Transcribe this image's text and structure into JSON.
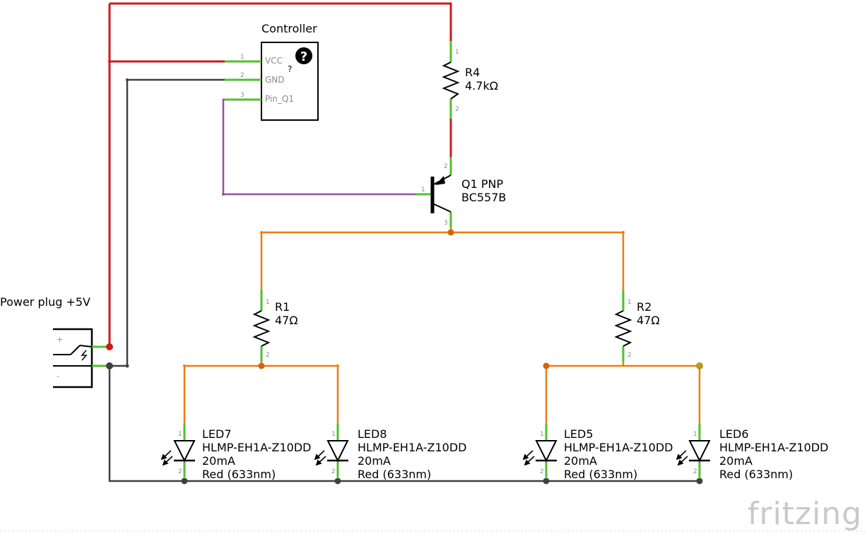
{
  "controller": {
    "title": "Controller",
    "pins": [
      {
        "num": "1",
        "name": "VCC"
      },
      {
        "num": "2",
        "name": "GND"
      },
      {
        "num": "3",
        "name": "Pin_Q1"
      }
    ],
    "unknown_mark": "?",
    "help_glyph": "?"
  },
  "r4": {
    "name": "R4",
    "value": "4.7kΩ",
    "pin1": "1",
    "pin2": "2"
  },
  "q1": {
    "name": "Q1 PNP",
    "part": "BC557B",
    "pin_b": "1",
    "pin_e": "2",
    "pin_c": "3"
  },
  "r1": {
    "name": "R1",
    "value": "47Ω",
    "pin1": "1",
    "pin2": "2"
  },
  "r2": {
    "name": "R2",
    "value": "47Ω",
    "pin1": "1",
    "pin2": "2"
  },
  "power": {
    "name": "Power plug +5V",
    "plus": "+",
    "minus": "-"
  },
  "leds": {
    "led7": {
      "name": "LED7",
      "part": "HLMP-EH1A-Z10DD",
      "current": "20mA",
      "color": "Red (633nm)",
      "pin1": "1",
      "pin2": "2"
    },
    "led8": {
      "name": "LED8",
      "part": "HLMP-EH1A-Z10DD",
      "current": "20mA",
      "color": "Red (633nm)",
      "pin1": "1",
      "pin2": "2"
    },
    "led5": {
      "name": "LED5",
      "part": "HLMP-EH1A-Z10DD",
      "current": "20mA",
      "color": "Red (633nm)",
      "pin1": "1",
      "pin2": "2"
    },
    "led6": {
      "name": "LED6",
      "part": "HLMP-EH1A-Z10DD",
      "current": "20mA",
      "color": "Red (633nm)",
      "pin1": "1",
      "pin2": "2"
    }
  },
  "brand": "fritzing",
  "colors": {
    "vcc_wire": "#cc1a1a",
    "gnd_wire": "#404040",
    "signal_wire": "#9a4f9a",
    "led_wire": "#ef7d0c",
    "pin_leg": "#4fc02c"
  }
}
